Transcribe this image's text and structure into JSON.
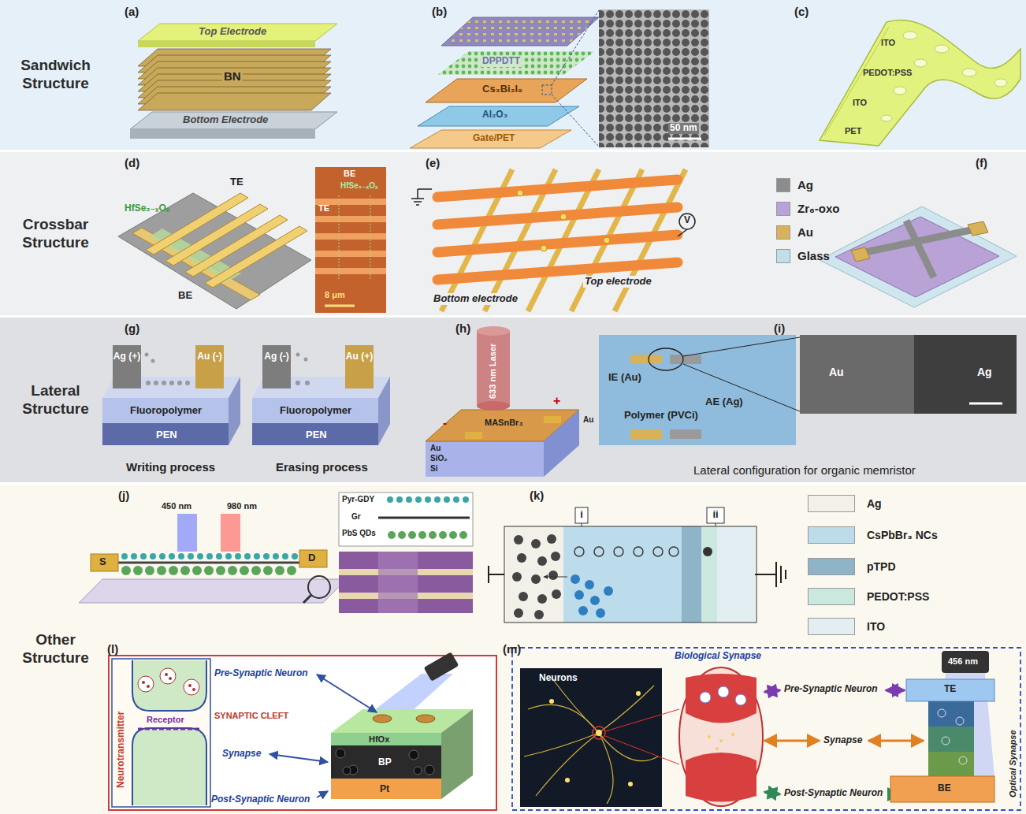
{
  "diagram": {
    "nodes": [
      {
        "text": [
          "Sandwich Structure"
        ]
      },
      {
        "text": [
          "Crossbar Structure"
        ]
      },
      {
        "text": [
          "Lateral Structure"
        ]
      },
      {
        "text": [
          "Other Structure"
        ]
      }
    ],
    "labels": [
      "(a)",
      "Top Electrode",
      "BN",
      "Bottom Electrode",
      "(b)",
      "DPPDTT",
      "Cs₃Bi₂I₉",
      "Al₂O₃",
      "Gate/PET",
      "50 nm",
      "(c)",
      "ITO",
      "PEDOT:PSS",
      "ITO",
      "PET",
      "(d)",
      "HfSe₂₋ₓOₓ",
      "TE",
      "BE",
      "BE",
      "HfSe₂₋ₓOₓ",
      "TE",
      "8 μm",
      "(e)",
      "V",
      "Bottom electrode",
      "Top electrode",
      "(f)",
      "(g)",
      "Ag (+)",
      "Au (-)",
      "Fluoropolymer",
      "PEN",
      "Writing process",
      "Ag (-)",
      "Au (+)",
      "Fluoropolymer",
      "PEN",
      "Erasing process",
      "(h)",
      "633 nm Laser",
      "+",
      "-",
      "Au",
      "MASnBr₃",
      "Au",
      "SiO₂",
      "Si",
      "(i)",
      "IE (Au)",
      "AE (Ag)",
      "Polymer (PVCi)",
      "Au",
      "Ag",
      "Lateral configuration for organic memristor",
      "(j)",
      "450 nm",
      "980 nm",
      "S",
      "D",
      "Pyr-GDY",
      "Gr",
      "PbS QDs",
      "(k)",
      "i",
      "ii",
      "(l)",
      "Neurotransmitter",
      "Pre-Synaptic Neuron",
      "SYNAPTIC CLEFT",
      "Receptor",
      "Synapse",
      "Post-Synaptic Neuron",
      "HfOx",
      "BP",
      "Pt",
      "(m)",
      "Neurons",
      "Biological Synapse",
      "Pre-Synaptic Neuron",
      "Synapse",
      "Post-Synaptic Neuron",
      "456 nm",
      "TE",
      "Optical Synapse",
      "BE"
    ],
    "legend": [
      {
        "text": "Ag",
        "color": "#8c8c8c"
      },
      {
        "text": "Zr₆-oxo",
        "color": "#b7a3d8"
      },
      {
        "text": "Au",
        "color": "#d7b25a"
      },
      {
        "text": "Glass",
        "color": "#bfe0ea"
      },
      {
        "text": "Ag",
        "color": "#f3f0ea"
      },
      {
        "text": "CsPbBr₃ NCs",
        "color": "#bcdcec"
      },
      {
        "text": "pTPD",
        "color": "#8fb3c7"
      },
      {
        "text": "PEDOT:PSS",
        "color": "#cbe8df"
      },
      {
        "text": "ITO",
        "color": "#e2eef2"
      }
    ]
  }
}
